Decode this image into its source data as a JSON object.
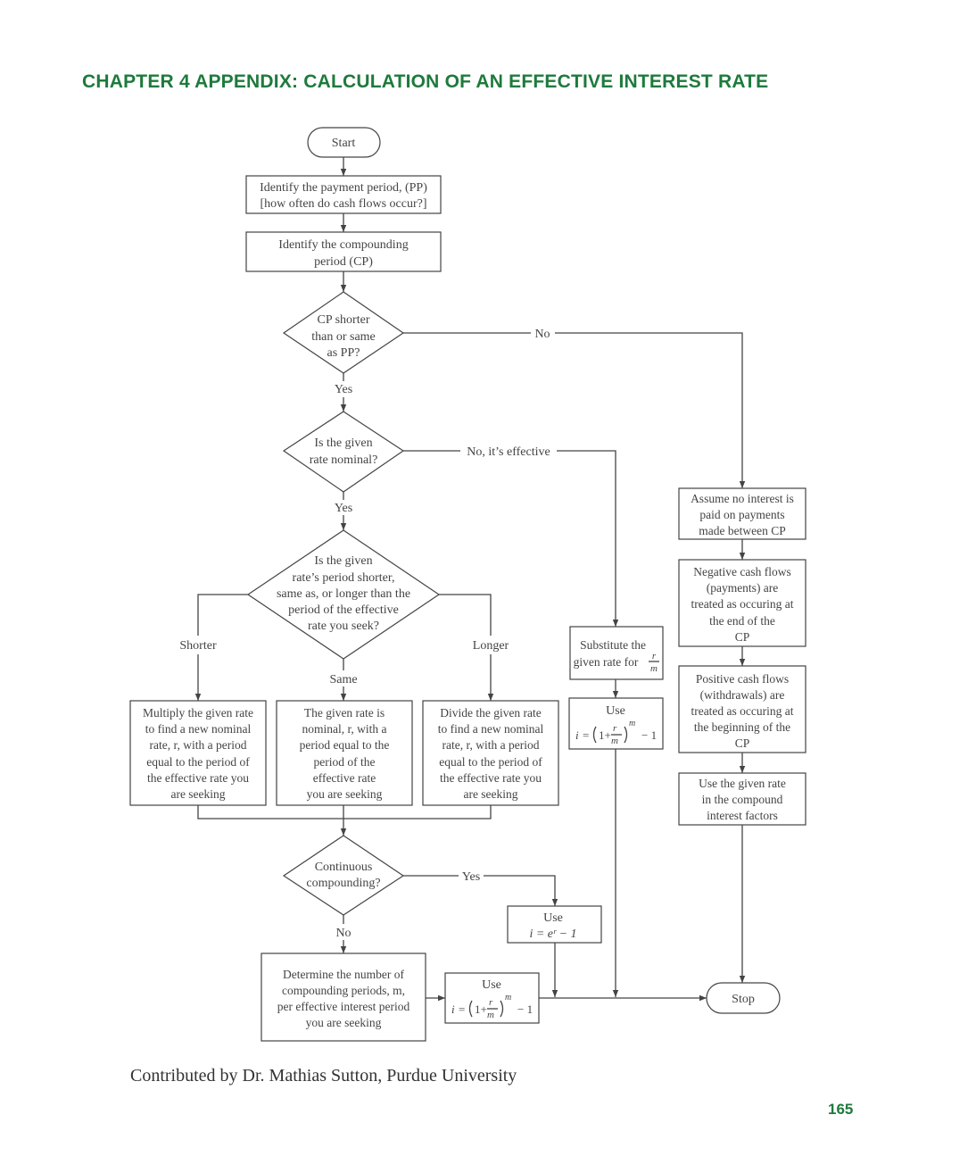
{
  "page": {
    "title": "CHAPTER 4 APPENDIX: CALCULATION OF AN EFFECTIVE INTEREST RATE",
    "footer": "Contributed by Dr. Mathias Sutton, Purdue University",
    "page_number": "165"
  },
  "flowchart": {
    "start": "Start",
    "stop": "Stop",
    "identify_pp": [
      "Identify the payment period, (PP)",
      "[how often do cash flows occur?]"
    ],
    "identify_cp": [
      "Identify the compounding",
      "period (CP)"
    ],
    "decision_cp_pp": [
      "CP shorter",
      "than or same",
      "as PP?"
    ],
    "label_no": "No",
    "label_yes": "Yes",
    "decision_nominal": [
      "Is the given",
      "rate nominal?"
    ],
    "label_no_effective": "No, it’s effective",
    "decision_period": [
      "Is the given",
      "rate’s period shorter,",
      "same as, or longer than the",
      "period of the effective",
      "rate you seek?"
    ],
    "label_shorter": "Shorter",
    "label_same": "Same",
    "label_longer": "Longer",
    "box_multiply": [
      "Multiply the given rate",
      "to find a new nominal",
      "rate, r, with a period",
      "equal to the period of",
      "the effective rate you",
      "are seeking"
    ],
    "box_same": [
      "The given rate is",
      "nominal, r, with a",
      "period equal to the",
      "period of the",
      "effective rate",
      "you are seeking"
    ],
    "box_divide": [
      "Divide the given rate",
      "to find a new nominal",
      "rate, r, with a period",
      "equal to the period of",
      "the effective rate you",
      "are seeking"
    ],
    "decision_continuous": [
      "Continuous",
      "compounding?"
    ],
    "box_use_exp_label": "Use",
    "box_use_exp_formula": "i = eʳ − 1",
    "box_determine": [
      "Determine the number of",
      "compounding periods, m,",
      "per effective interest period",
      "you are seeking"
    ],
    "box_use_formula_label": "Use",
    "box_substitute": [
      "Substitute the",
      "given rate for"
    ],
    "box_assume": [
      "Assume no interest is",
      "paid on payments",
      "made between CP"
    ],
    "box_negative": [
      "Negative cash flows",
      "(payments) are",
      "treated as occuring at",
      "the end of the",
      "CP"
    ],
    "box_positive": [
      "Positive cash flows",
      "(withdrawals) are",
      "treated as occuring at",
      "the beginning of the",
      "CP"
    ],
    "box_use_given": [
      "Use the given rate",
      "in the compound",
      "interest factors"
    ]
  }
}
